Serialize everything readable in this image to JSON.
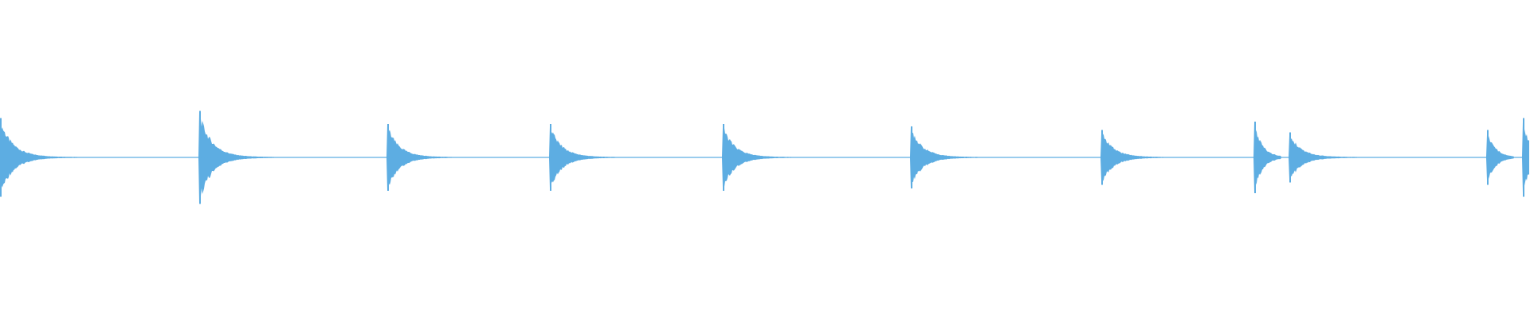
{
  "waveform": {
    "color": "#5dade2",
    "background": "#ffffff",
    "onsets": [
      {
        "amplitude": 0.66,
        "decay": 1.0
      },
      {
        "amplitude": 0.78,
        "decay": 0.95
      },
      {
        "amplitude": 0.56,
        "decay": 0.85
      },
      {
        "amplitude": 0.56,
        "decay": 0.85
      },
      {
        "amplitude": 0.56,
        "decay": 0.85
      },
      {
        "amplitude": 0.52,
        "decay": 0.85
      },
      {
        "amplitude": 0.46,
        "decay": 0.85
      },
      {
        "amplitude": 0.6,
        "decay": 0.4
      },
      {
        "amplitude": 0.42,
        "decay": 0.85
      },
      {
        "amplitude": 0.46,
        "decay": 0.4
      },
      {
        "amplitude": 0.66,
        "decay": 0.4
      }
    ]
  }
}
